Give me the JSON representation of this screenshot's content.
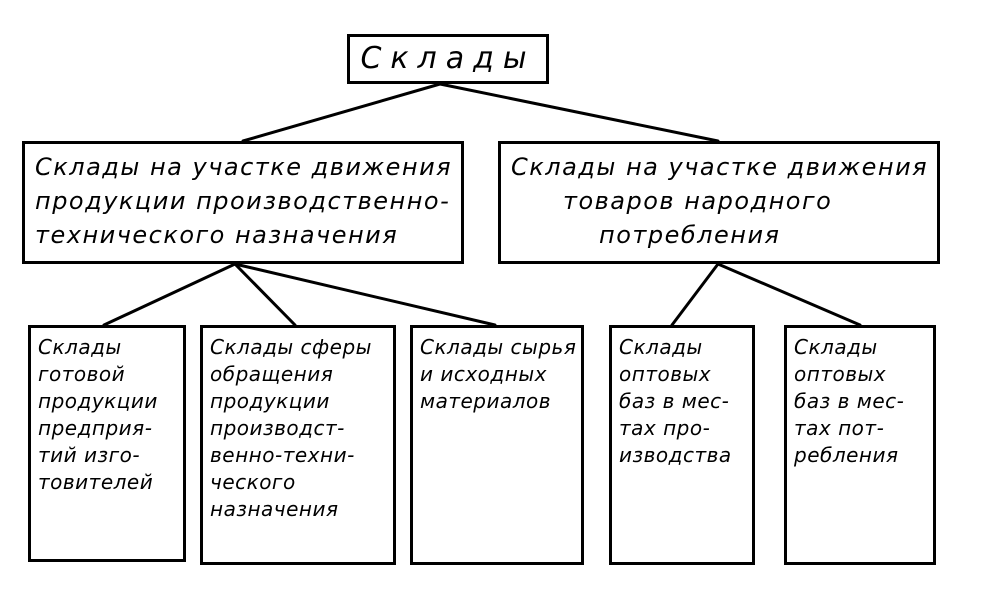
{
  "diagram": {
    "root": {
      "label": "Склады"
    },
    "branches": [
      {
        "lines": [
          "Склады на участке движения",
          "продукции производственно-",
          "технического назначения"
        ],
        "children": [
          {
            "lines": [
              "Склады",
              "готовой",
              "продукции",
              "предприя-",
              "тий изго-",
              "товителей"
            ]
          },
          {
            "lines": [
              "Склады сферы",
              "обращения",
              "продукции",
              "производст-",
              "венно-техни-",
              "ческого",
              "назначения"
            ]
          },
          {
            "lines": [
              "Склады сырья",
              "и исходных",
              "материалов"
            ]
          }
        ]
      },
      {
        "lines": [
          "Склады на участке движения",
          "товаров народного",
          "потребления"
        ],
        "children": [
          {
            "lines": [
              "Склады",
              "оптовых",
              "баз в мес-",
              "тах про-",
              "изводства"
            ]
          },
          {
            "lines": [
              "Склады",
              "оптовых",
              "баз в мес-",
              "тах пот-",
              "ребления"
            ]
          }
        ]
      }
    ],
    "colors": {
      "stroke": "#000000",
      "background": "#ffffff"
    }
  }
}
